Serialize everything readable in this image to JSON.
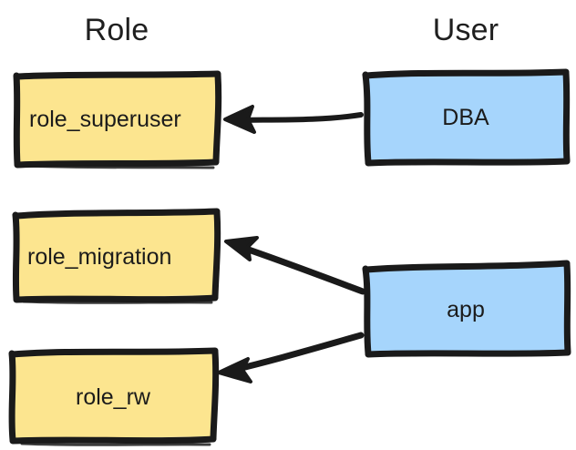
{
  "diagram": {
    "title_columns": {
      "role": "Role",
      "user": "User"
    },
    "colors": {
      "role_fill": "#fce58f",
      "user_fill": "#a6d5fc",
      "stroke": "#1a1a1a",
      "text": "#1b1b1b",
      "background": "#ffffff"
    },
    "nodes": [
      {
        "id": "role_superuser",
        "label": "role_superuser",
        "type": "role",
        "align": "left"
      },
      {
        "id": "role_migration",
        "label": "role_migration",
        "type": "role",
        "align": "left"
      },
      {
        "id": "role_rw",
        "label": "role_rw",
        "type": "role",
        "align": "center"
      },
      {
        "id": "dba",
        "label": "DBA",
        "type": "user",
        "align": "center"
      },
      {
        "id": "app",
        "label": "app",
        "type": "user",
        "align": "center"
      }
    ],
    "edges": [
      {
        "from": "dba",
        "to": "role_superuser",
        "direction": "left"
      },
      {
        "from": "app",
        "to": "role_migration",
        "direction": "up-left"
      },
      {
        "from": "app",
        "to": "role_rw",
        "direction": "down-left"
      }
    ]
  }
}
